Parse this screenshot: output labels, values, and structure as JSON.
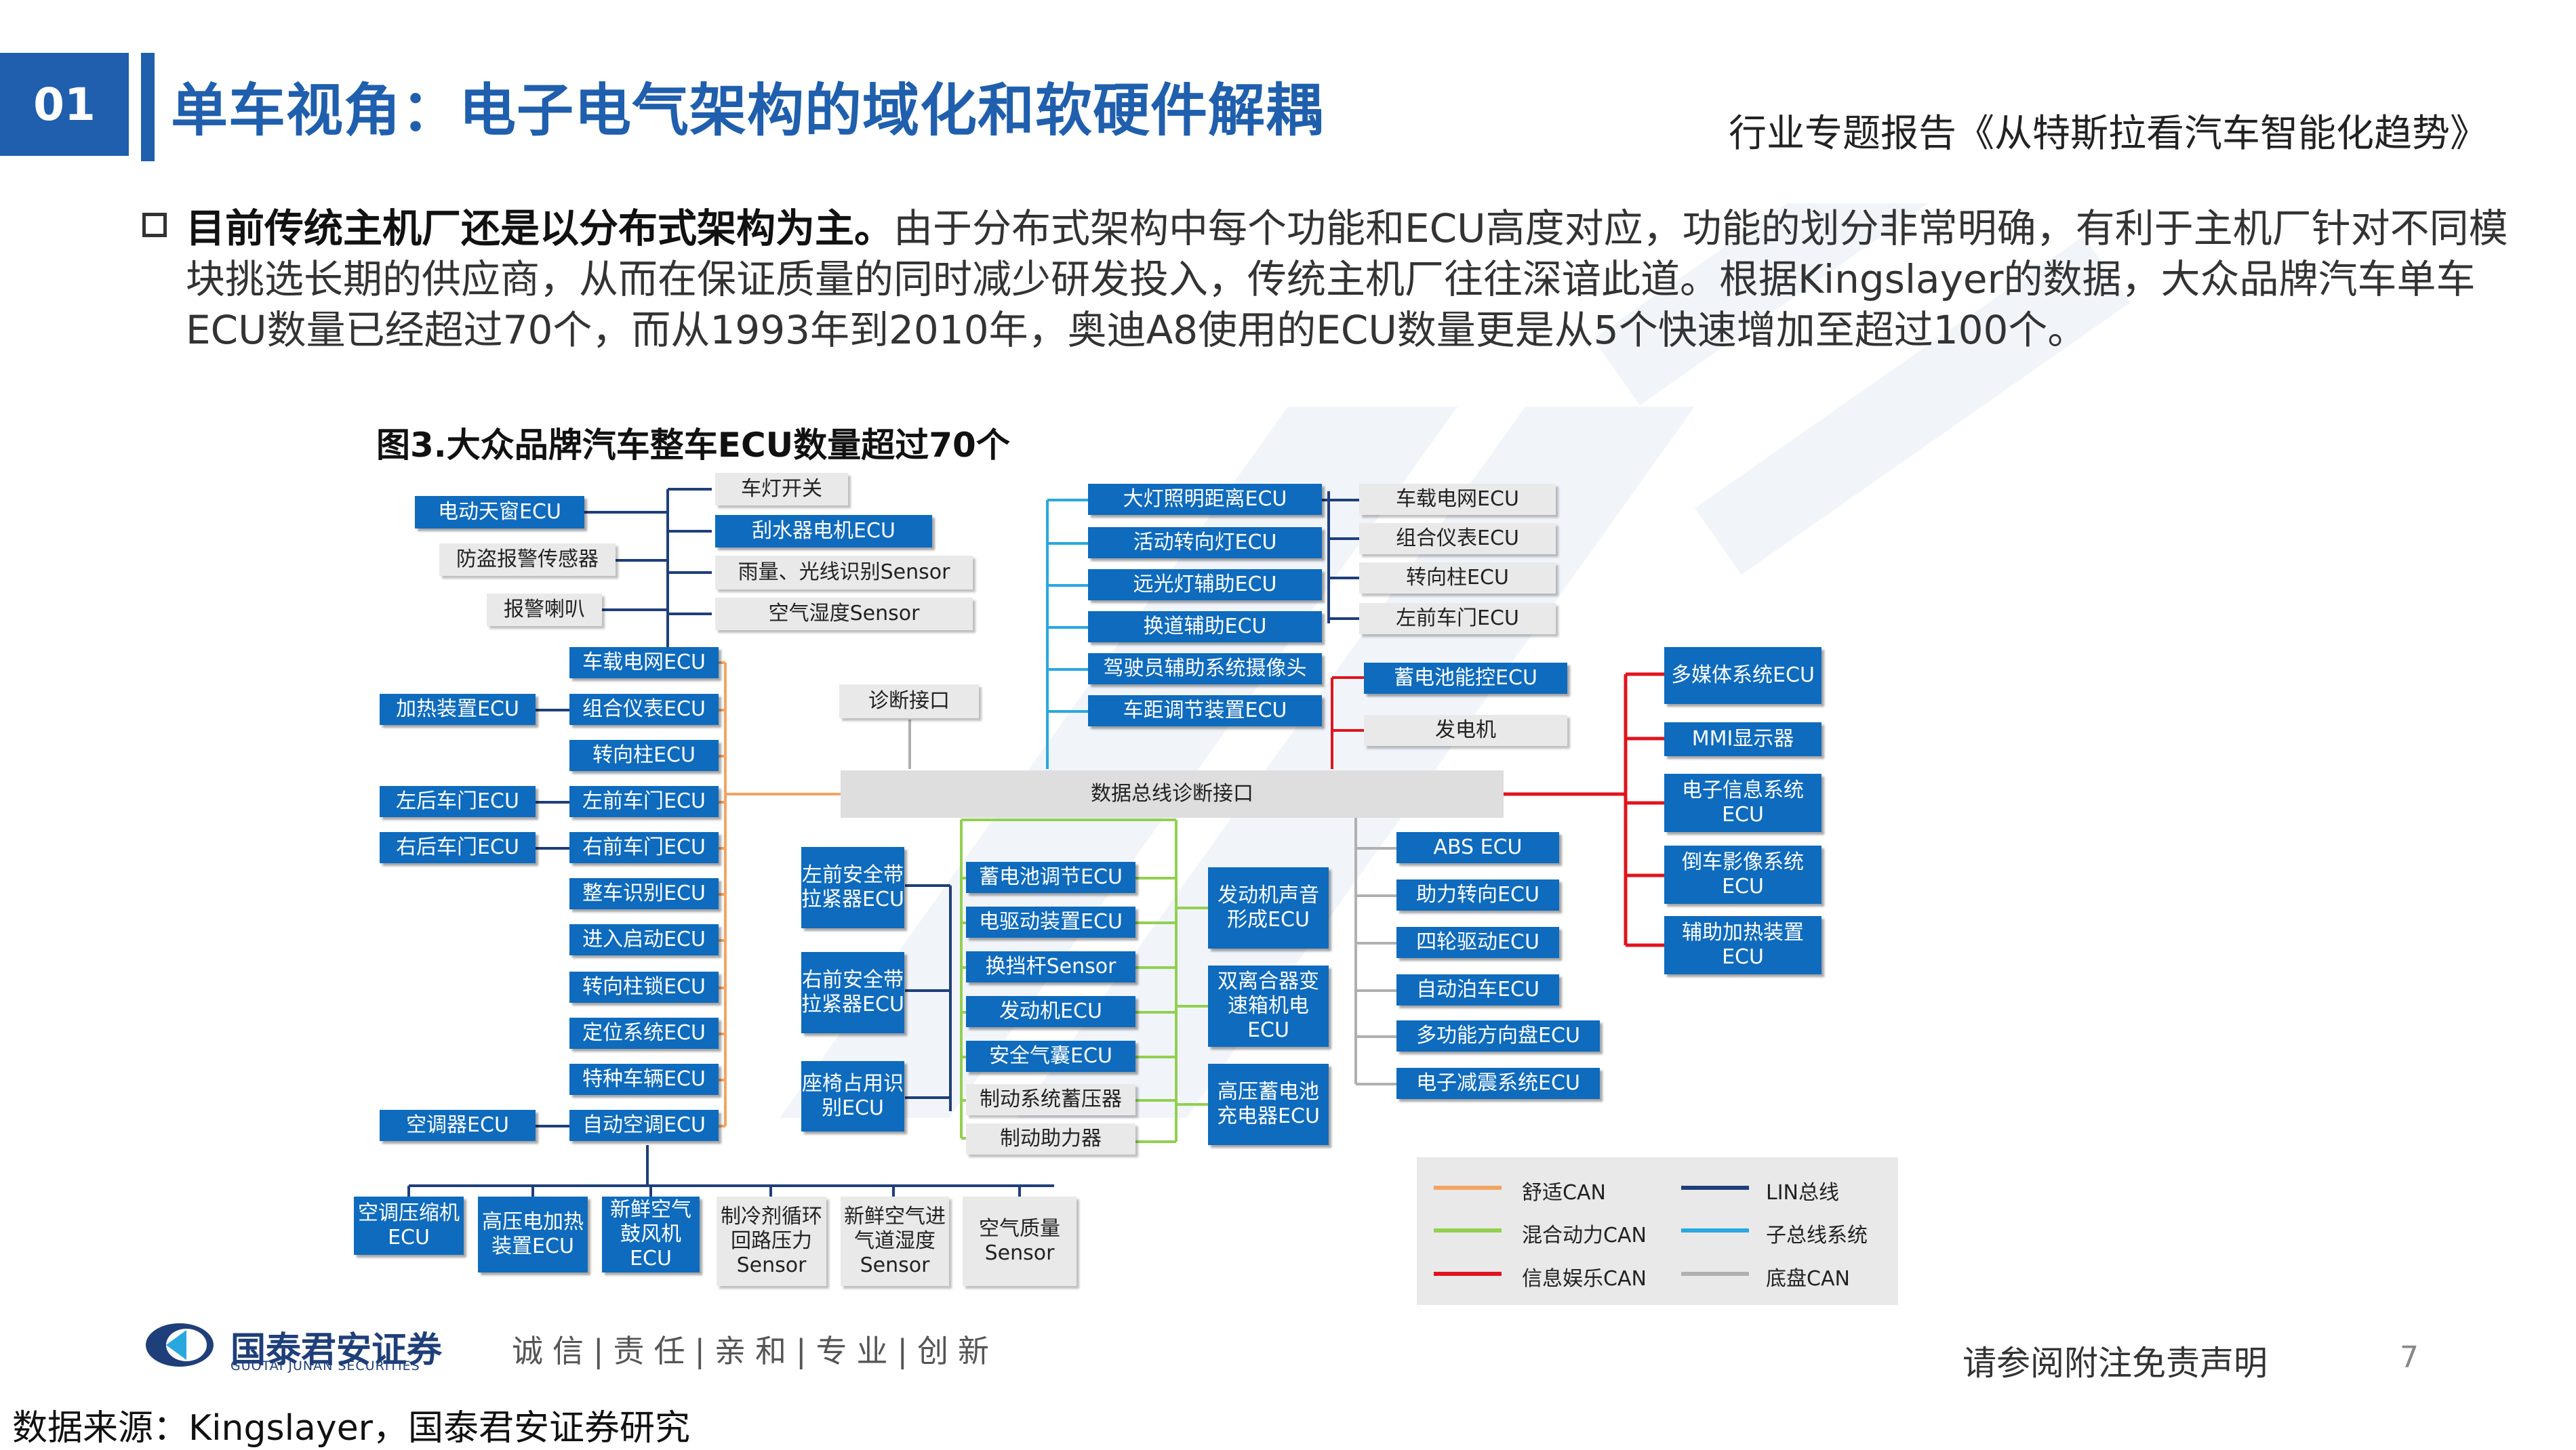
{
  "header": {
    "section_number": "01",
    "title": "单车视角：电子电气架构的域化和软硬件解耦",
    "report_title": "行业专题报告《从特斯拉看汽车智能化趋势》"
  },
  "bullet": {
    "bold": "目前传统主机厂还是以分布式架构为主。",
    "text": "由于分布式架构中每个功能和ECU高度对应，功能的划分非常明确，有利于主机厂针对不同模块挑选长期的供应商，从而在保证质量的同时减少研发投入，传统主机厂往往深谙此道。根据Kingslayer的数据，大众品牌汽车单车ECU数量已经超过70个，而从1993年到2010年，奥迪A8使用的ECU数量更是从5个快速增加至超过100个。"
  },
  "figure": {
    "title": "图3.大众品牌汽车整车ECU数量超过70个",
    "bus": "数据总线诊断接口",
    "diag": "诊断接口",
    "top_left_grey": [
      "车灯开关",
      "防盗报警传感器",
      "雨量、光线识别Sensor",
      "报警喇叭",
      "空气湿度Sensor"
    ],
    "top_left_blue": [
      "电动天窗ECU",
      "刮水器电机ECU"
    ],
    "left_col": [
      "车载电网ECU",
      "组合仪表ECU",
      "转向柱ECU",
      "左前车门ECU",
      "右前车门ECU",
      "整车识别ECU",
      "进入启动ECU",
      "转向柱锁ECU",
      "定位系统ECU",
      "特种车辆ECU",
      "自动空调ECU"
    ],
    "far_left": [
      "加热装置ECU",
      "左后车门ECU",
      "右后车门ECU",
      "空调器ECU"
    ],
    "bottom_left": [
      "空调压缩机ECU",
      "高压电加热装置ECU",
      "新鲜空气鼓风机ECU",
      "制冷剂循环回路压力Sensor",
      "新鲜空气进气道湿度Sensor",
      "空气质量Sensor"
    ],
    "seat_col": [
      "左前安全带拉紧器ECU",
      "右前安全带拉紧器ECU",
      "座椅占用识别ECU"
    ],
    "mid_col": [
      "蓄电池调节ECU",
      "电驱动装置ECU",
      "换挡杆Sensor",
      "发动机ECU",
      "安全气囊ECU",
      "制动系统蓄压器",
      "制动助力器"
    ],
    "engine_col": [
      "发动机声音形成ECU",
      "双离合器变速箱机电ECU",
      "高压蓄电池充电器ECU"
    ],
    "top_mid": [
      "大灯照明距离ECU",
      "活动转向灯ECU",
      "远光灯辅助ECU",
      "换道辅助ECU",
      "驾驶员辅助系统摄像头",
      "车距调节装置ECU"
    ],
    "top_right_grey": [
      "车载电网ECU",
      "组合仪表ECU",
      "转向柱ECU",
      "左前车门ECU"
    ],
    "battery": [
      "蓄电池能控ECU",
      "发电机"
    ],
    "chassis": [
      "ABS ECU",
      "助力转向ECU",
      "四轮驱动ECU",
      "自动泊车ECU",
      "多功能方向盘ECU",
      "电子减震系统ECU"
    ],
    "infotain": [
      "多媒体系统ECU",
      "MMI显示器",
      "电子信息系统ECU",
      "倒车影像系统ECU",
      "辅助加热装置ECU"
    ],
    "legend": [
      {
        "label": "舒适CAN",
        "color": "#f4a460"
      },
      {
        "label": "LIN总线",
        "color": "#1f3f7a"
      },
      {
        "label": "混合动力CAN",
        "color": "#92d050"
      },
      {
        "label": "子总线系统",
        "color": "#29a8e0"
      },
      {
        "label": "信息娱乐CAN",
        "color": "#e0141e"
      },
      {
        "label": "底盘CAN",
        "color": "#b0b0b0"
      }
    ]
  },
  "footer": {
    "logo_text": "国泰君安证券",
    "logo_sub": "GUOTAI JUNAN SECURITIES",
    "slogan": "诚信|责任|亲和|专业|创新",
    "disclaimer": "请参阅附注免责声明",
    "page": "7",
    "source": "数据来源：Kingslayer，国泰君安证券研究"
  }
}
